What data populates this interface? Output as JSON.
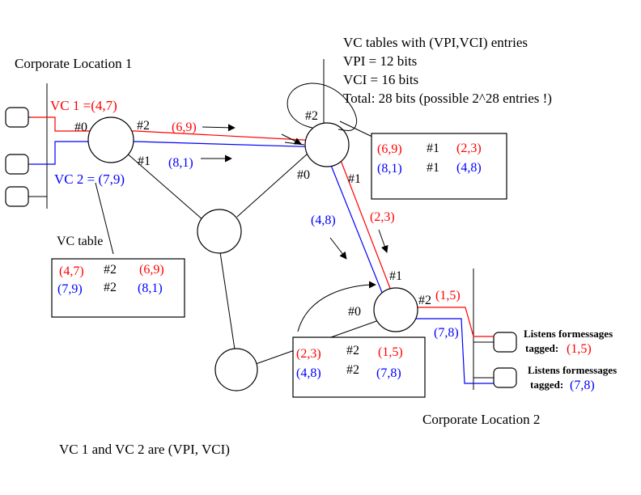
{
  "header_note": {
    "line1": "VC tables with (VPI,VCI) entries",
    "line2": "VPI = 12 bits",
    "line3": "VCI = 16 bits",
    "line4": "Total: 28 bits (possible 2^28 entries !)"
  },
  "locations": {
    "loc1": "Corporate Location 1",
    "loc2": "Corporate Location 2"
  },
  "footer": "VC 1 and VC 2 are (VPI, VCI)",
  "vc_labels": {
    "vc1": "VC 1 =(4,7)",
    "vc2": "VC 2 = (7,9)"
  },
  "ports": {
    "s1_p0": "#0",
    "s1_p2": "#2",
    "s1_p1": "#1",
    "s2_p2": "#2",
    "s2_p0": "#0",
    "s2_p1": "#1",
    "s3_p1": "#1",
    "s3_p0": "#0",
    "s3_p2": "#2"
  },
  "link_labels": {
    "s1_red": "(6,9)",
    "s1_blue": "(8,1)",
    "s2_red": "(2,3)",
    "s2_blue": "(4,8)",
    "s3_red": "(1,5)",
    "s3_blue": "(7,8)"
  },
  "vc_table_caption": "VC table",
  "tables": {
    "t1": [
      [
        "(4,7)",
        "#2",
        "(6,9)"
      ],
      [
        "(7,9)",
        "#2",
        "(8,1)"
      ]
    ],
    "t2": [
      [
        "(6,9)",
        "#1",
        "(2,3)"
      ],
      [
        "(8,1)",
        "#1",
        "(4,8)"
      ]
    ],
    "t3": [
      [
        "(2,3)",
        "#2",
        "(1,5)"
      ],
      [
        "(4,8)",
        "#2",
        "(7,8)"
      ]
    ]
  },
  "listeners": {
    "l1_line1": "Listens formessages",
    "l1_line2": "tagged:",
    "l1_value": "(1,5)",
    "l2_line1": "Listens formessages",
    "l2_line2": "tagged:",
    "l2_value": "(7,8)"
  },
  "colors": {
    "vc1": "#ff0000",
    "vc2": "#0000ff",
    "lines": "#000000"
  }
}
